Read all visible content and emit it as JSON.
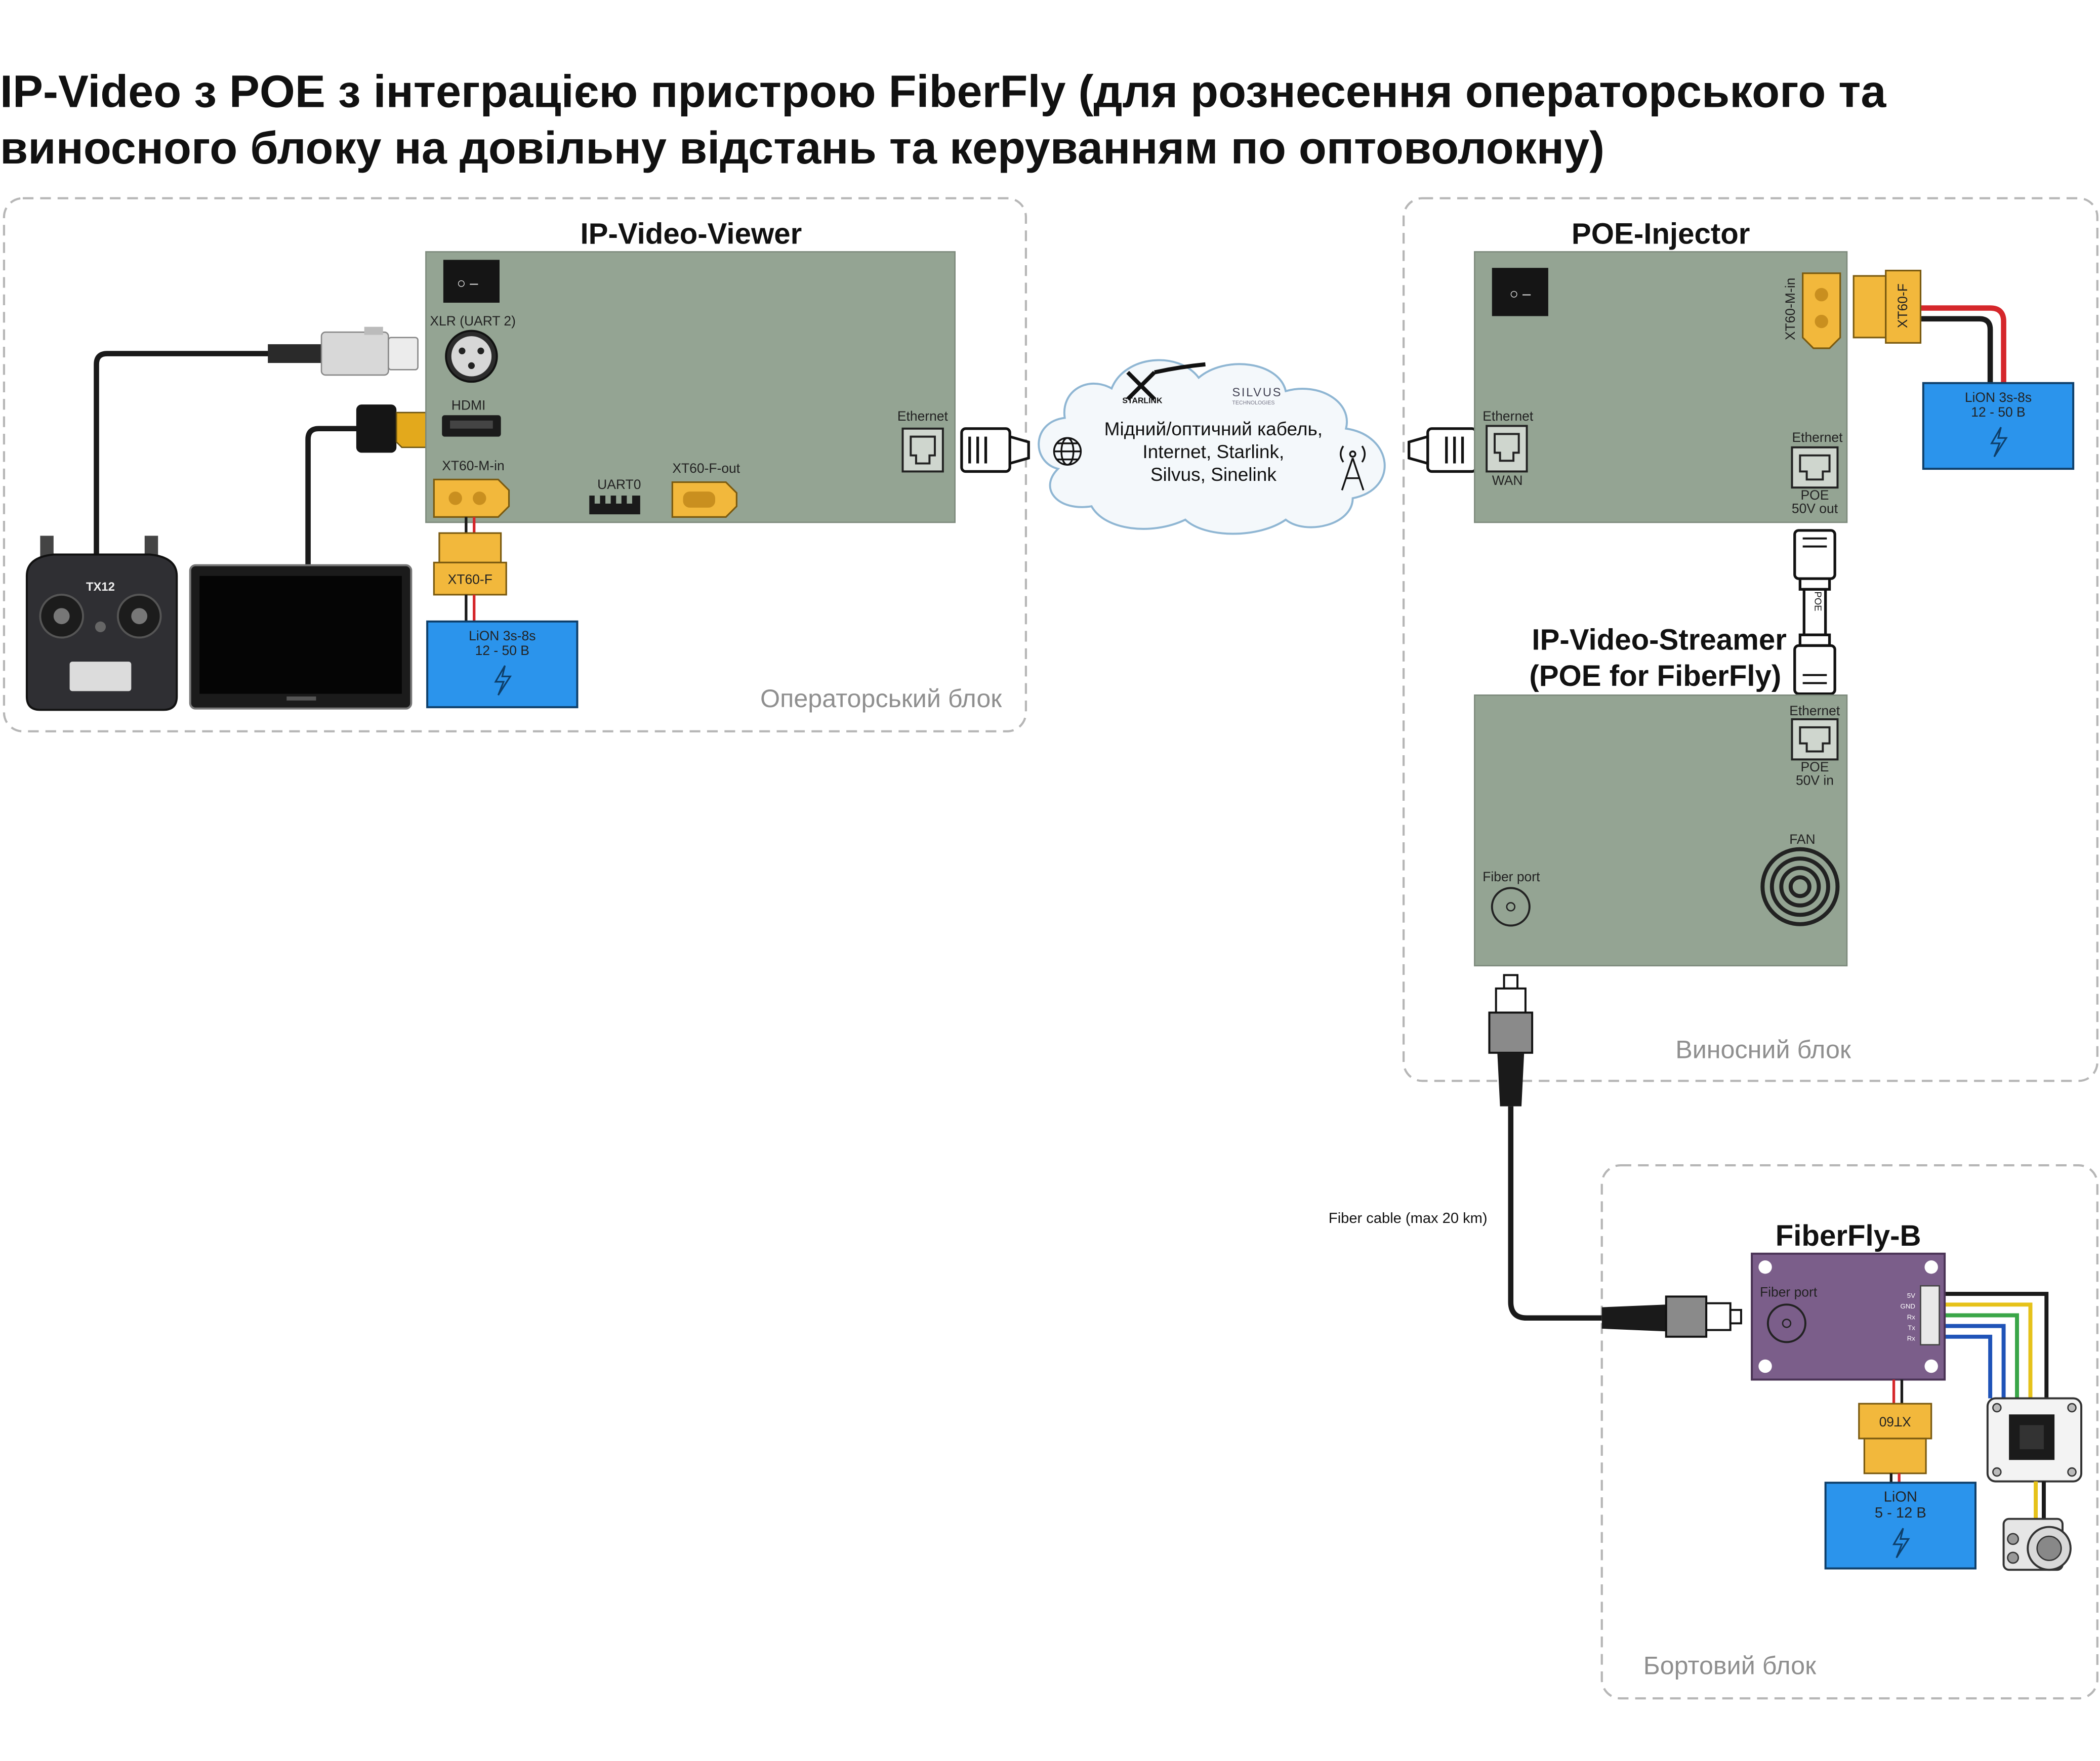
{
  "page": {
    "title_line1": "IP-Video з POE з інтеграцією пристрою FiberFly (для рознесення операторського та",
    "title_line2": "виносного блоку на довільну відстань та керуванням по оптоволокну)"
  },
  "zones": {
    "operator": "Операторський блок",
    "remote": "Виносний блок",
    "onboard": "Бортовий блок"
  },
  "viewer": {
    "title": "IP-Video-Viewer",
    "xlr": "XLR (UART 2)",
    "hdmi": "HDMI",
    "xt60_in": "XT60-M-in",
    "uart0": "UART0",
    "xt60_out": "XT60-F-out",
    "ethernet": "Ethernet",
    "connector": "XT60-F",
    "battery_line1": "LiON 3s-8s",
    "battery_line2": "12 - 50 B"
  },
  "cloud": {
    "line1": "Мідний/оптичний кабель,",
    "line2": "Internet, Starlink,",
    "line3": "Silvus, Sinelink",
    "starlink_logo": "STARLINK",
    "silvus_logo": "SILVUS",
    "silvus_sub": "TECHNOLOGIES"
  },
  "injector": {
    "title": "POE-Injector",
    "xt60_in": "XT60-M-in",
    "connector": "XT60-F",
    "ethernet_wan": "Ethernet",
    "wan": "WAN",
    "ethernet_poe": "Ethernet",
    "poe": "POE",
    "poe_volt": "50V out",
    "battery_line1": "LiON 3s-8s",
    "battery_line2": "12 - 50 B",
    "cable_label": "POE"
  },
  "streamer": {
    "title_line1": "IP-Video-Streamer",
    "title_line2": "(POE for FiberFly)",
    "ethernet": "Ethernet",
    "poe": "POE",
    "poe_volt": "50V in",
    "fan": "FAN",
    "fiber_port": "Fiber port"
  },
  "fiber": {
    "cable_label": "Fiber cable (max 20 km)"
  },
  "fiberfly": {
    "title": "FiberFly-B",
    "fiber_port": "Fiber port",
    "pins": [
      "5V",
      "GND",
      "Rx",
      "Tx",
      "Rx"
    ],
    "connector": "XT60",
    "battery_line1": "LiON",
    "battery_line2": "5 - 12 B"
  },
  "devices": {
    "transmitter_model": "TX12"
  },
  "colors": {
    "panel": "#94a493",
    "battery": "#2b94ec",
    "connector": "#f2b83c",
    "fiberfly_board": "#7b5e8a",
    "wire_red": "#d5272b",
    "wire_black": "#1a1a1a",
    "wire_yellow": "#e6c21a",
    "wire_green": "#3aa648",
    "wire_blue": "#1f53b8"
  }
}
